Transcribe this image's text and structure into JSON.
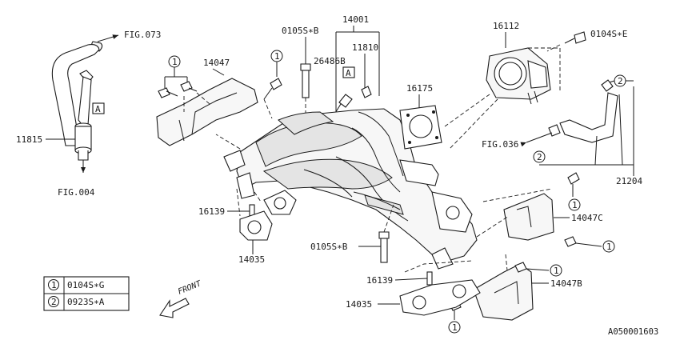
{
  "diagram_id": "A050001603",
  "callout_labels": {
    "ref_073": "FIG.073",
    "ref_004": "FIG.004",
    "ref_036": "FIG.036",
    "p11815": "11815",
    "p14047_top": "14047",
    "p0105s_b_top": "0105S∗B",
    "p14001": "14001",
    "p11810": "11810",
    "p26486b": "26486B",
    "p16175": "16175",
    "p16112": "16112",
    "p0104s_e": "0104S∗E",
    "p21204": "21204",
    "p14047c": "14047C",
    "p0105s_b_mid": "0105S∗B",
    "p16139_left": "16139",
    "p14035_left": "14035",
    "p16139_mid": "16139",
    "p14035_bottom": "14035",
    "p14047b": "14047B"
  },
  "markers": {
    "box_a": "A",
    "circle_1": "1",
    "circle_2": "2"
  },
  "legend": [
    {
      "marker": "1",
      "part": "0104S∗G"
    },
    {
      "marker": "2",
      "part": "0923S∗A"
    }
  ],
  "front_label": "FRONT"
}
